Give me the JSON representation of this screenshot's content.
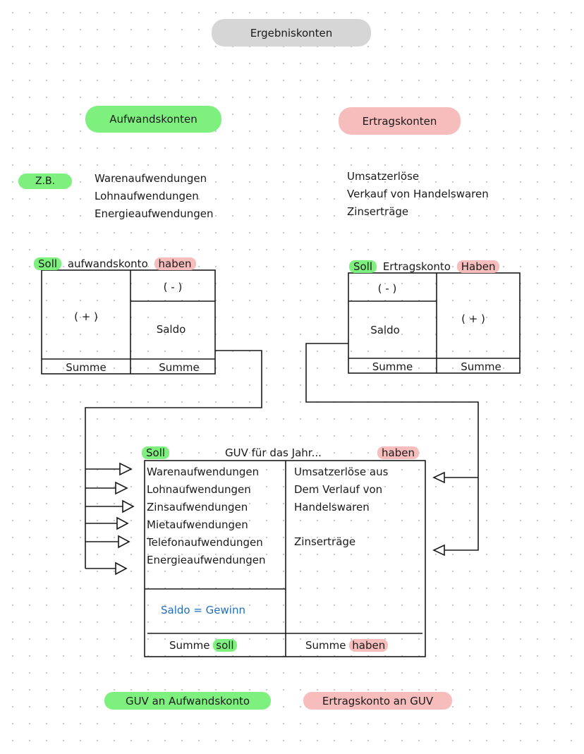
{
  "title": "Ergebniskonten",
  "aufwand": {
    "heading": "Aufwandskonten",
    "example_tag": "Z.B.",
    "examples": [
      "Warenaufwendungen",
      "Lohnaufwendungen",
      "Energieaufwendungen"
    ],
    "account": {
      "soll": "Soll",
      "name": "aufwandskonto",
      "haben": "haben",
      "plus": "( + )",
      "minus": "( - )",
      "saldo": "Saldo",
      "summe_left": "Summe",
      "summe_right": "Summe"
    }
  },
  "ertrag": {
    "heading": "Ertragskonten",
    "examples": [
      "Umsatzerlöse",
      "Verkauf von Handelswaren",
      "Zinserträge"
    ],
    "account": {
      "soll": "Soll",
      "name": "Ertragskonto",
      "haben": "Haben",
      "minus": "( - )",
      "saldo": "Saldo",
      "plus": "( + )",
      "summe_left": "Summe",
      "summe_right": "Summe"
    }
  },
  "guv": {
    "soll": "Soll",
    "title": "GUV für das Jahr...",
    "haben": "haben",
    "left_items": [
      "Warenaufwendungen",
      "Lohnaufwendungen",
      "Zinsaufwendungen",
      "Mietaufwendungen",
      "Telefonaufwendungen",
      "Energieaufwendungen"
    ],
    "right_items": [
      "Umsatzerlöse aus",
      "Dem Verlauf von",
      "Handelswaren"
    ],
    "right_item_extra": "Zinserträge",
    "saldo": "Saldo = Gewinn",
    "summe_left_word": "Summe",
    "summe_left_hl": "soll",
    "summe_right_word": "Summe",
    "summe_right_hl": "haben"
  },
  "booking": {
    "left": "GUV an Aufwandskonto",
    "right": "Ertragskonto an GUV"
  },
  "colors": {
    "green": "#7df07d",
    "pink": "#f7bcbc",
    "gray": "#d6d6d6",
    "blue": "#1f6fc1"
  }
}
